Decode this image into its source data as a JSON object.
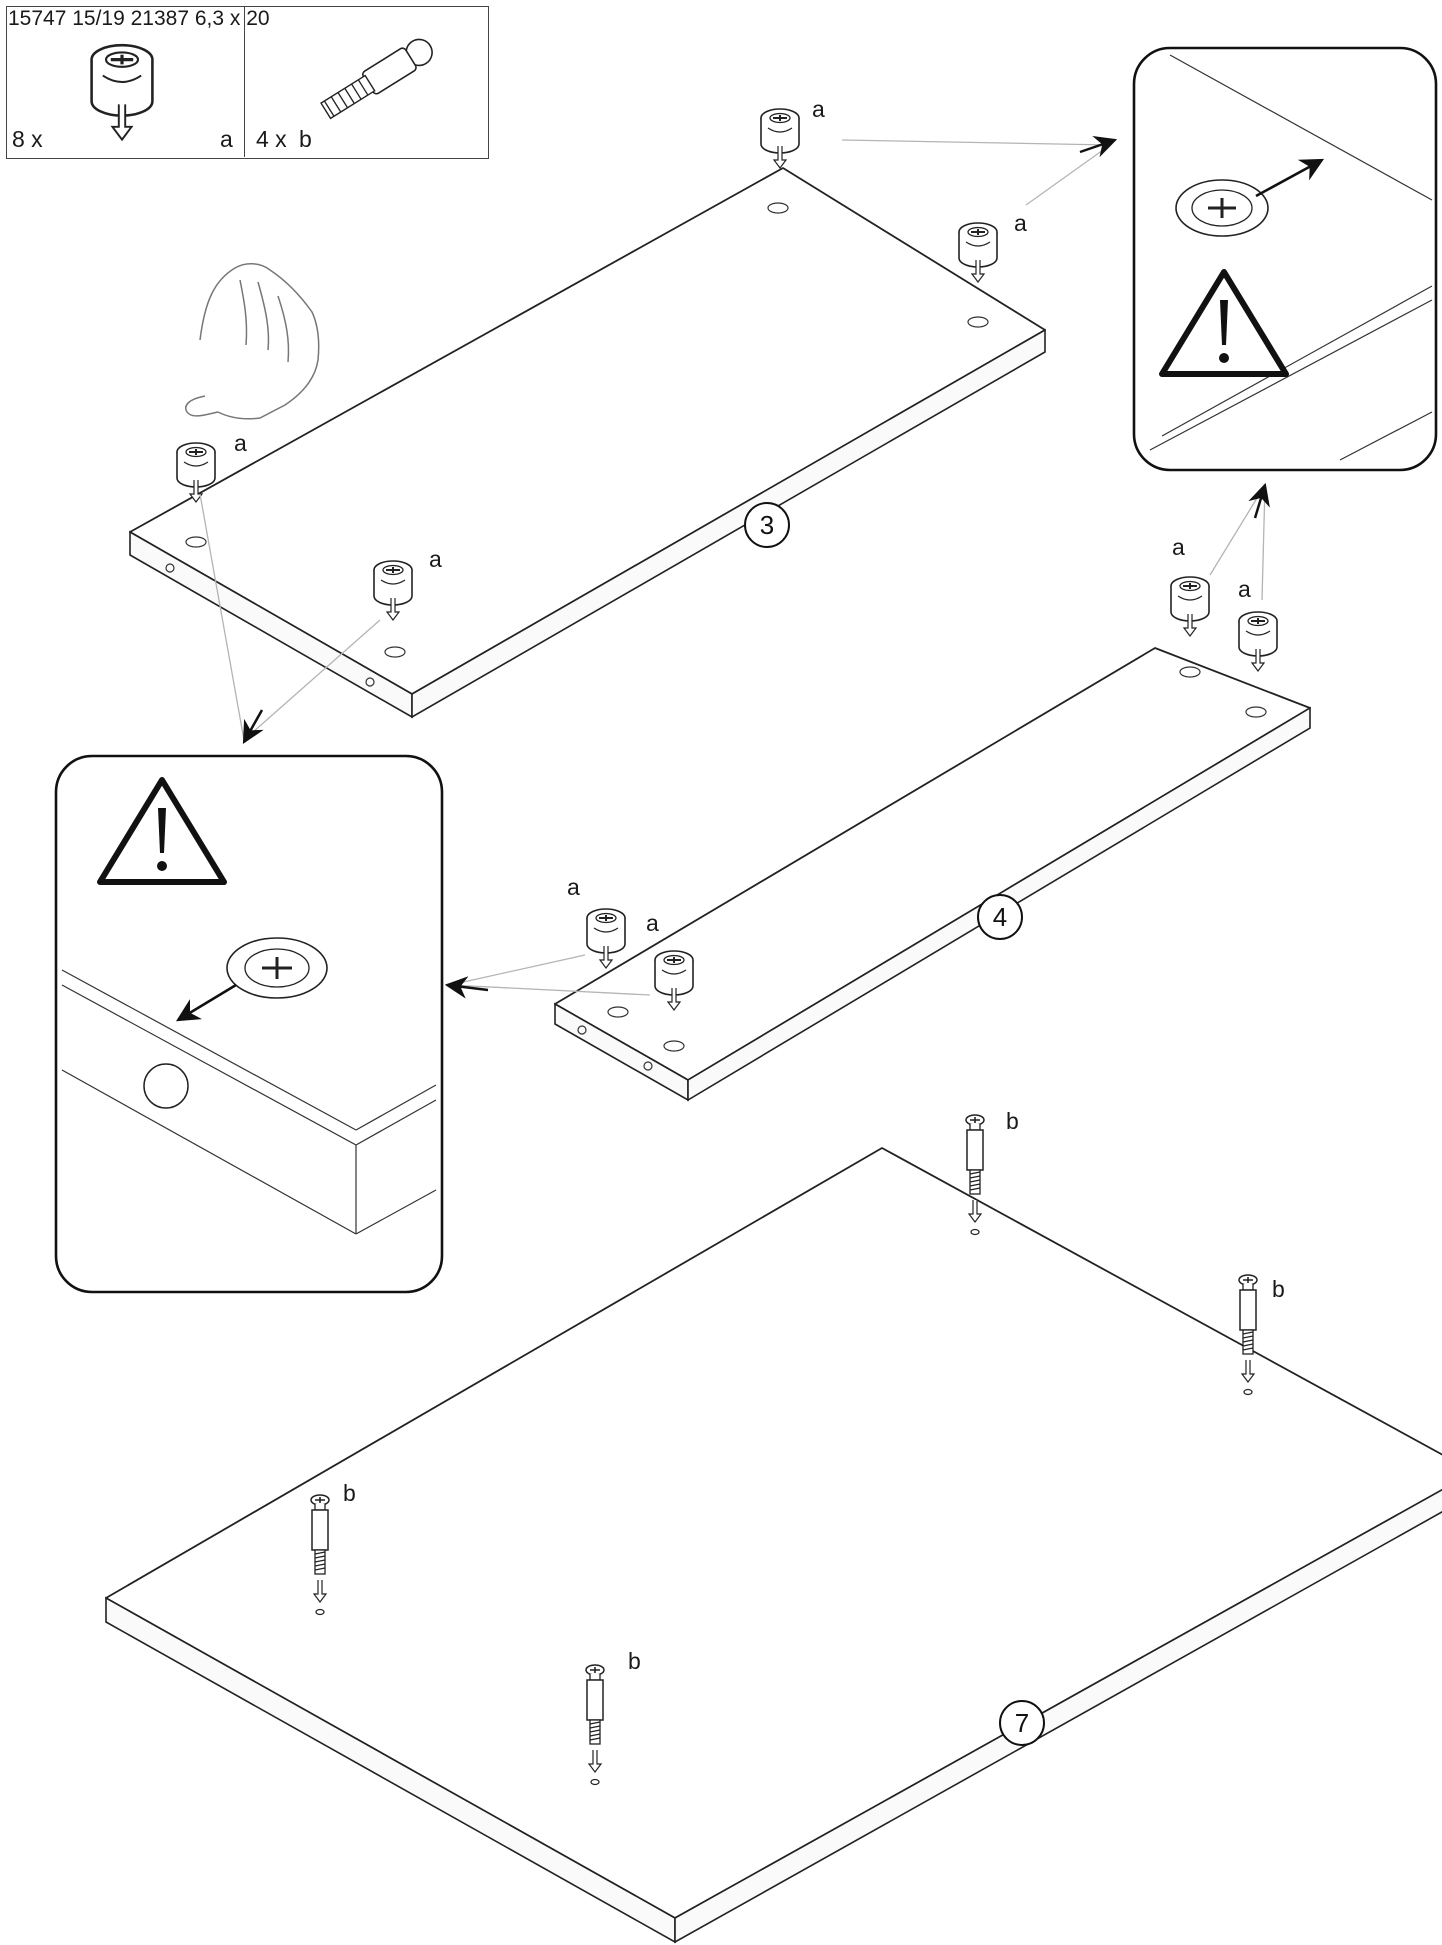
{
  "parts_list": {
    "codes": "15747 15/19 21387 6,3 x 20",
    "items": [
      {
        "qty": "8 x",
        "letter": "a",
        "icon": "cam-lock-fitting-icon"
      },
      {
        "qty": "4 x",
        "letter": "b",
        "icon": "cam-dowel-bolt-icon"
      }
    ]
  },
  "boards": [
    {
      "number": "3"
    },
    {
      "number": "4"
    },
    {
      "number": "7"
    }
  ],
  "fitting_labels": {
    "cam": "a",
    "bolt": "b"
  },
  "detail_panels": [
    {
      "icon": "warning-triangle-icon",
      "content": "cam-orientation-detail"
    },
    {
      "icon": "warning-triangle-icon",
      "content": "cam-orientation-detail"
    }
  ],
  "colors": {
    "line": "#222222",
    "guide": "#b4b4b4",
    "background": "#ffffff"
  }
}
